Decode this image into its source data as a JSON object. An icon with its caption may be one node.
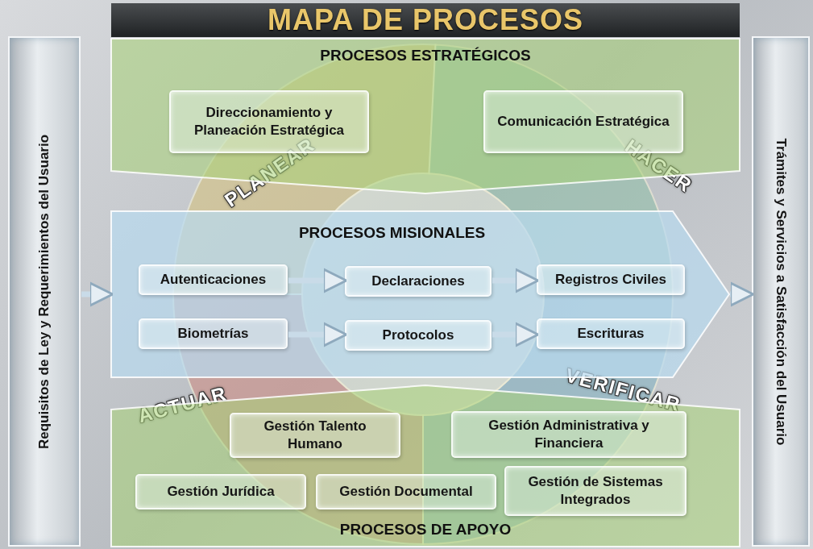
{
  "diagram": {
    "title": "MAPA DE PROCESOS",
    "nodes": [
      {
        "text": [
          "PROCESOS ESTRATÉGICOS"
        ]
      },
      {
        "text": [
          "Direccionamiento y Planeación Estratégica"
        ],
        "in": 0
      },
      {
        "text": [
          "Comunicación Estratégica"
        ],
        "in": 0
      },
      {
        "text": [
          "PROCESOS MISIONALES"
        ]
      },
      {
        "text": [
          "Autenticaciones"
        ],
        "in": 3
      },
      {
        "text": [
          "Biometrías"
        ],
        "in": 3
      },
      {
        "text": [
          "Declaraciones"
        ],
        "in": 3
      },
      {
        "text": [
          "Protocolos"
        ],
        "in": 3
      },
      {
        "text": [
          "Registros Civiles"
        ],
        "in": 3
      },
      {
        "text": [
          "Escrituras"
        ],
        "in": 3
      },
      {
        "text": [
          "PROCESOS DE APOYO"
        ]
      },
      {
        "text": [
          "Gestión Talento Humano"
        ],
        "in": 10
      },
      {
        "text": [
          "Gestión Administrativa y Financiera"
        ],
        "in": 10
      },
      {
        "text": [
          "Gestión Jurídica"
        ],
        "in": 10
      },
      {
        "text": [
          "Gestión Documental"
        ],
        "in": 10
      },
      {
        "text": [
          "Gestión de Sistemas Integrados"
        ],
        "in": 10
      },
      {
        "text": [
          "Requisitos de Ley y Requerimientos del Usuario"
        ]
      },
      {
        "text": [
          "Trámites y Servicios a Satisfacción del Usuario"
        ]
      }
    ],
    "edges": [
      {
        "from": 16,
        "to": 3,
        "arrow": "to"
      },
      {
        "from": 4,
        "to": 6,
        "arrow": "to"
      },
      {
        "from": 5,
        "to": 7,
        "arrow": "to"
      },
      {
        "from": 6,
        "to": 8,
        "arrow": "to"
      },
      {
        "from": 7,
        "to": 9,
        "arrow": "to"
      },
      {
        "from": 3,
        "to": 17,
        "arrow": "to"
      }
    ],
    "labels": [
      "PLANEAR",
      "HACER",
      "VERIFICAR",
      "ACTUAR"
    ]
  }
}
